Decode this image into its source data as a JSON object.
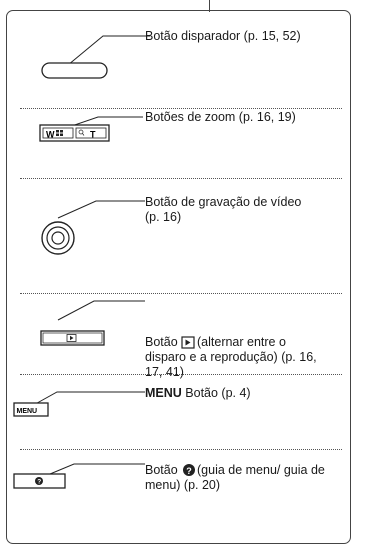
{
  "buttons": [
    {
      "name": "shutter",
      "prefix": "",
      "label": "Botão disparador (p. 15, 52)"
    },
    {
      "name": "zoom",
      "prefix": "",
      "label": "Botões de zoom (p. 16, 19)",
      "icon_text_w": "W",
      "icon_text_t": "T"
    },
    {
      "name": "video",
      "prefix": "",
      "label": "Botão de gravação de vídeo (p. 16)"
    },
    {
      "name": "playback",
      "prefix": "Botão",
      "label": "(alternar entre o disparo e a reprodução) (p. 16, 17, 41)"
    },
    {
      "name": "menu",
      "prefix": "MENU",
      "label": " Botão (p. 4)",
      "icon_text": "MENU"
    },
    {
      "name": "help",
      "prefix": "Botão",
      "label": "(guia de menu/ guia de menu) (p. 20)"
    }
  ]
}
